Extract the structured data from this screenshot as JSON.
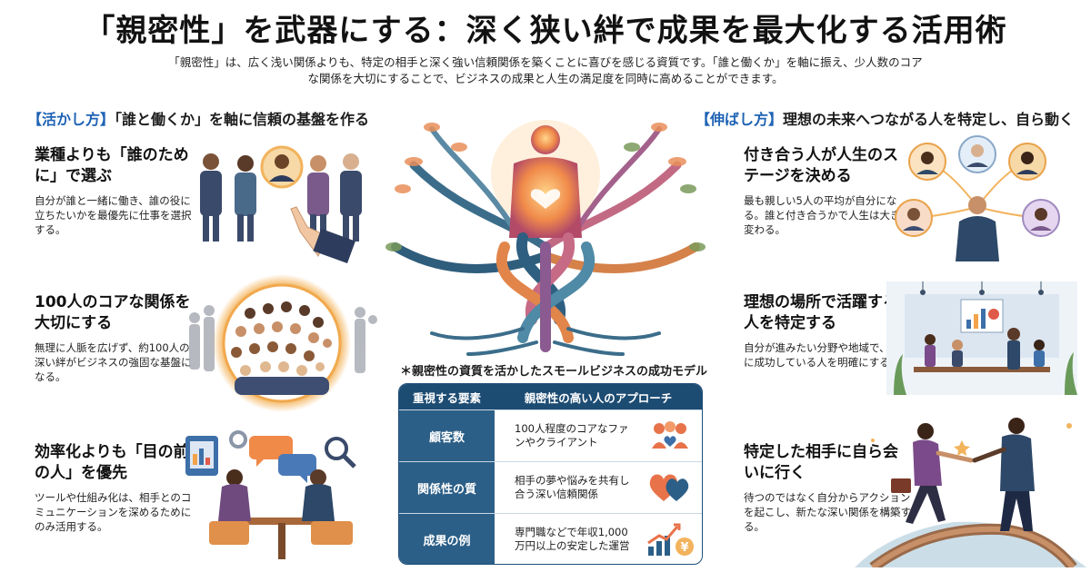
{
  "title": "「親密性」を武器にする：深く狭い絆で成果を最大化する活用術",
  "subtitle": "「親密性」は、広く浅い関係よりも、特定の相手と深く強い信頼関係を築くことに喜びを感じる資質です。「誰と働くか」を軸に振え、少人数のコアな関係を大切にすることで、ビジネスの成果と人生の満足度を同時に高めることができます。",
  "left": {
    "tag": "【活かし方】",
    "heading": "「誰と働くか」を軸に信頼の基盤を作る",
    "items": [
      {
        "title": "業種よりも「誰のために」で選ぶ",
        "body": "自分が誰と一緒に働き、誰の役に立ちたいかを最優先に仕事を選択する。"
      },
      {
        "title": "100人のコアな関係を大切にする",
        "body": "無理に人脈を広げず、約100人の深い絆がビジネスの強固な基盤になる。"
      },
      {
        "title": "効率化よりも「目の前の人」を優先",
        "body": "ツールや仕組み化は、相手とのコミュニケーションを深めるためにのみ活用する。"
      }
    ]
  },
  "right": {
    "tag": "【伸ばし方】",
    "heading": "理想の未来へつながる人を特定し、自ら動く",
    "items": [
      {
        "title": "付き合う人が人生のステージを決める",
        "body": "最も親しい5人の平均が自分になる。誰と付き合うかで人生は大きく変わる。"
      },
      {
        "title": "理想の場所で活躍する人を特定する",
        "body": "自分が進みたい分野や地域で、すでに成功している人を明確にする。"
      },
      {
        "title": "特定した相手に自ら会いに行く",
        "body": "待つのではなく自分からアクションを起こし、新たな深い関係を構築する。"
      }
    ]
  },
  "table": {
    "title": "＊親密性の資質を活かしたスモールビジネスの成功モデル",
    "col1": "重視する要素",
    "col2": "親密性の高い人のアプローチ",
    "rows": [
      {
        "key": "顧客数",
        "value": "100人程度のコアなファンやクライアント",
        "icon": "people-heart-icon"
      },
      {
        "key": "関係性の質",
        "value": "相手の夢や悩みを共有し合う深い信頼関係",
        "icon": "two-hearts-icon"
      },
      {
        "key": "成果の例",
        "value": "専門職などで年収1,000万円以上の安定した運営",
        "icon": "growth-chart-yen-icon"
      }
    ]
  },
  "colors": {
    "accent": "#1f63b4",
    "table_header": "#1d4c73",
    "table_key": "#2c5f87",
    "heart": "#e8734a"
  }
}
